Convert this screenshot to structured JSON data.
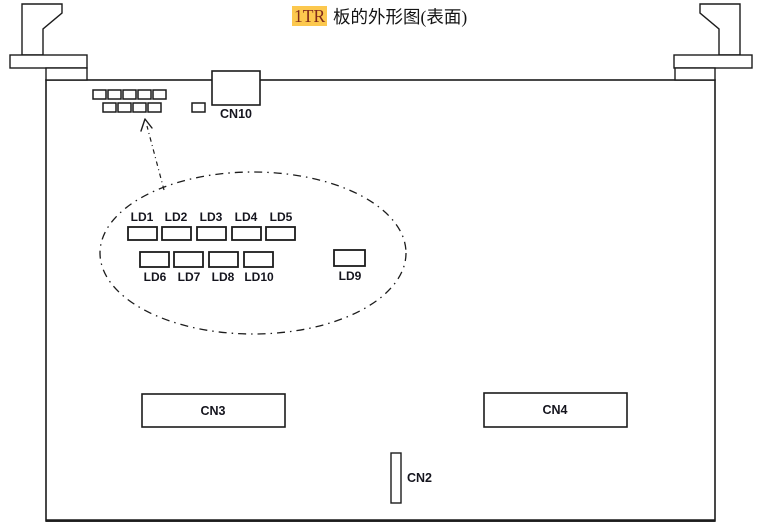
{
  "title": {
    "highlight": "1TR",
    "text": "板的外形图(表面)"
  },
  "colors": {
    "highlight_bg": "#fcc84e",
    "highlight_fg": "#802b1b",
    "line": "#1c1c1c",
    "label_text": "#15151e"
  },
  "connectors": {
    "cn10": "CN10",
    "cn3": "CN3",
    "cn4": "CN4",
    "cn2": "CN2"
  },
  "leds": {
    "ld1": "LD1",
    "ld2": "LD2",
    "ld3": "LD3",
    "ld4": "LD4",
    "ld5": "LD5",
    "ld6": "LD6",
    "ld7": "LD7",
    "ld8": "LD8",
    "ld9": "LD9",
    "ld10": "LD10"
  }
}
